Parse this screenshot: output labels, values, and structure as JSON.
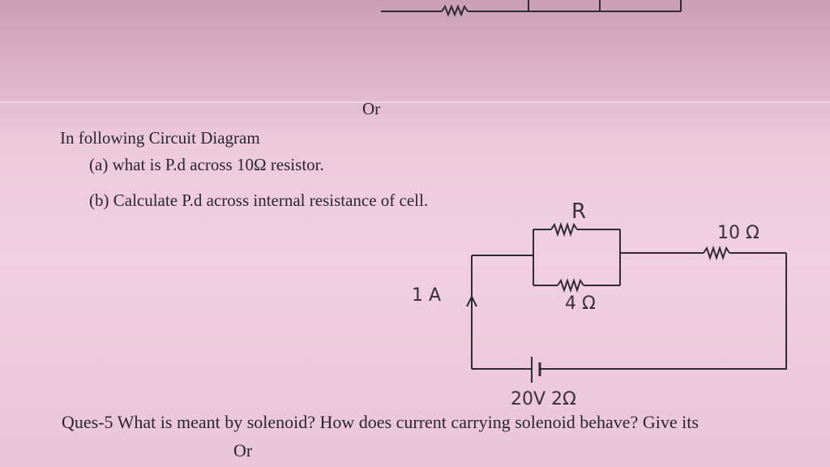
{
  "or_top": "Or",
  "heading": "In following Circuit Diagram",
  "part_a": "(a)  what is P.d across 10Ω resistor.",
  "part_b": "(b)  Calculate P.d across internal resistance of cell.",
  "circuit": {
    "resistor_r": "R",
    "resistor_10": "10 Ω",
    "resistor_4": "4 Ω",
    "current": "1 A",
    "cell": "20V  2Ω"
  },
  "ques5": "Ques-5 What is meant by solenoid? How does current carrying solenoid behave? Give its",
  "or_bottom": "Or"
}
